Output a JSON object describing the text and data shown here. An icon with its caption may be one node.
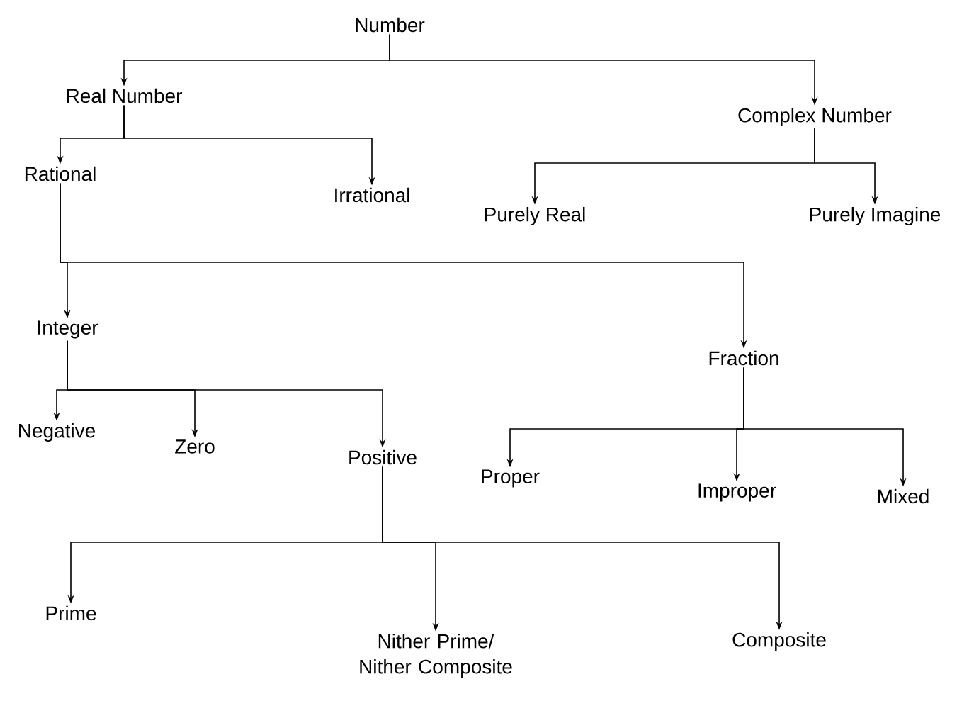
{
  "diagram": {
    "nodes": [
      {
        "text": [
          "Number"
        ]
      },
      {
        "text": [
          "Real Number"
        ]
      },
      {
        "text": [
          "Complex Number"
        ]
      },
      {
        "text": [
          "Rational"
        ]
      },
      {
        "text": [
          "Irrational"
        ]
      },
      {
        "text": [
          "Purely Real"
        ]
      },
      {
        "text": [
          "Purely Imagine"
        ]
      },
      {
        "text": [
          "Integer"
        ]
      },
      {
        "text": [
          "Fraction"
        ]
      },
      {
        "text": [
          "Negative"
        ]
      },
      {
        "text": [
          "Zero"
        ]
      },
      {
        "text": [
          "Positive"
        ]
      },
      {
        "text": [
          "Proper"
        ]
      },
      {
        "text": [
          "Improper"
        ]
      },
      {
        "text": [
          "Mixed"
        ]
      },
      {
        "text": [
          "Prime"
        ]
      },
      {
        "text": [
          "Nither Prime/ Nither Composite"
        ]
      },
      {
        "text": [
          "Composite"
        ]
      }
    ],
    "edges": [
      {
        "from": 0,
        "to": 1,
        "arrow": "to"
      },
      {
        "from": 0,
        "to": 2,
        "arrow": "to"
      },
      {
        "from": 1,
        "to": 3,
        "arrow": "to"
      },
      {
        "from": 1,
        "to": 4,
        "arrow": "to"
      },
      {
        "from": 2,
        "to": 5,
        "arrow": "to"
      },
      {
        "from": 2,
        "to": 6,
        "arrow": "to"
      },
      {
        "from": 3,
        "to": 7,
        "arrow": "to"
      },
      {
        "from": 3,
        "to": 8,
        "arrow": "to"
      },
      {
        "from": 7,
        "to": 9,
        "arrow": "to"
      },
      {
        "from": 7,
        "to": 10,
        "arrow": "to"
      },
      {
        "from": 7,
        "to": 11,
        "arrow": "to"
      },
      {
        "from": 8,
        "to": 12,
        "arrow": "to"
      },
      {
        "from": 8,
        "to": 13,
        "arrow": "to"
      },
      {
        "from": 8,
        "to": 14,
        "arrow": "to"
      },
      {
        "from": 11,
        "to": 15,
        "arrow": "to"
      },
      {
        "from": 11,
        "to": 16,
        "arrow": "to"
      },
      {
        "from": 11,
        "to": 17,
        "arrow": "to"
      }
    ]
  }
}
